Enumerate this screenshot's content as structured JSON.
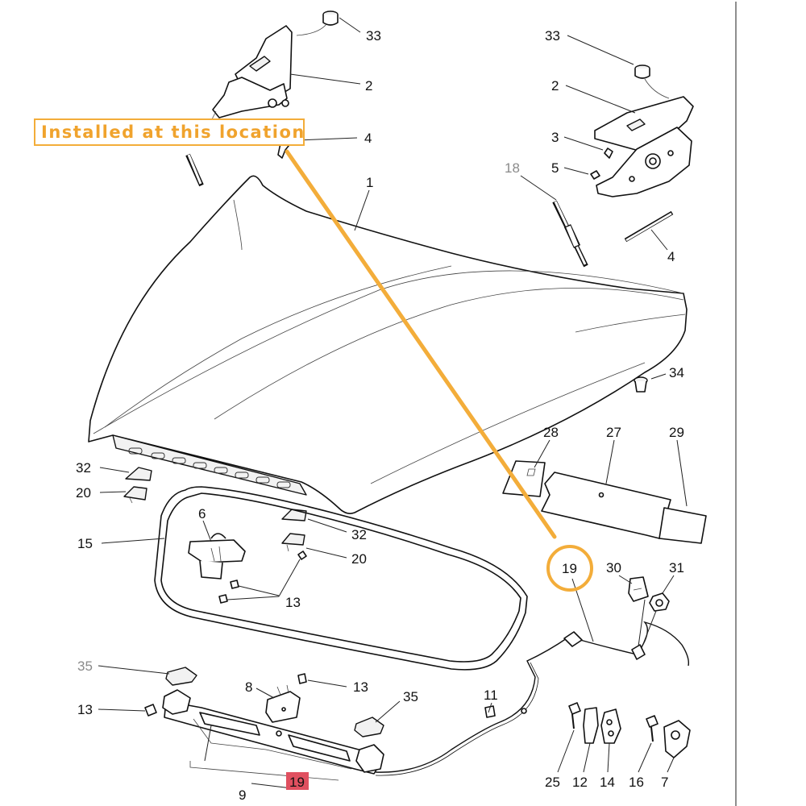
{
  "callout": {
    "text": "Installed at this location",
    "circled_part": "19",
    "accent_color": "#f3ad3a"
  },
  "highlight": {
    "part": "19",
    "color": "#e05060"
  },
  "labels": {
    "l33_left": "33",
    "l2_left": "2",
    "l4_left": "4",
    "l33_right": "33",
    "l2_right": "2",
    "l3_right": "3",
    "l5_right": "5",
    "l18": "18",
    "l4_right": "4",
    "l1": "1",
    "l34": "34",
    "l28": "28",
    "l27": "27",
    "l29": "29",
    "l32_left": "32",
    "l20_left": "20",
    "l6": "6",
    "l15": "15",
    "l32_mid": "32",
    "l20_mid": "20",
    "l13_mid": "13",
    "l19_circle": "19",
    "l30": "30",
    "l31": "31",
    "l35_left": "35",
    "l13_left": "13",
    "l8": "8",
    "l13_right": "13",
    "l35_right": "35",
    "l11": "11",
    "l9": "9",
    "l19_box": "19",
    "l25": "25",
    "l12": "12",
    "l14": "14",
    "l16": "16",
    "l7": "7"
  }
}
